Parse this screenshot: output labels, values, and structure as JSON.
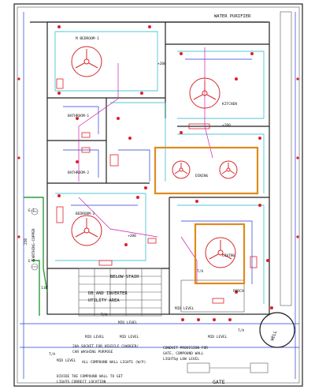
{
  "labels": {
    "water_purifier": "WATER PURIFIER",
    "m_bedroom": "M BEDROOM-1",
    "bathroom1": "BATHROOM-1",
    "bathroom2": "BATHROOM-2",
    "bedroom2": "BEDROOM-2",
    "kitchen": "KITCHEN",
    "dining": "DINING",
    "living": "LIVING",
    "porch": "PORCH",
    "below_stair": "BELOW STAIR",
    "db_inverter": "DB AND INVERTER",
    "utility": "UTILITY AREA",
    "earthing": "EARTHING-COPPER",
    "e1": "E-1",
    "e2": "E-2",
    "dim_250": "250",
    "dim_110": "110",
    "plus200_a": "+200",
    "plus200_b": "+200",
    "plus200_c": "+200",
    "mid_level_1": "MID LEVEL",
    "mid_level_2": "MID LEVEL",
    "mid_level_3": "MID LEVEL",
    "mid_level_4": "MID LEVEL",
    "mid_level_5": "MID LEVEL",
    "mid_level_6": "MID LEVEL",
    "ta_1": "T/A",
    "ta_2": "T/A",
    "ta_3": "T/A",
    "ta_4": "T/A",
    "socket_note_1": "20A SOCKET FOR VEHICLE CHARGER/",
    "socket_note_2": "CAR WASHING PURPOSE",
    "compound_lights": "ALL COMPOUND WALL LIGHTS (W/P)",
    "conduit_1": "CONDUIT PROVISION FOR",
    "conduit_2": "GATE, COMPOUND WALL",
    "conduit_3": "LIGHTS@ LOW LEVEL",
    "divide_1": "DIVIDE THE COMPOUND WALL TO GET",
    "divide_2": "LIGHTS CORRECT LOCATION",
    "gate": "GATE",
    "well": "WELL"
  },
  "colors": {
    "wall": "#222222",
    "cable_cyan": "#1fb5c9",
    "cable_blue": "#2a3bd6",
    "point_red": "#e0202a",
    "earthing_green": "#2c9b3c",
    "ceiling_orange": "#e08a1c"
  },
  "icons": [
    "ceiling-fan-icon",
    "light-point-icon",
    "switch-board-icon",
    "earthing-icon"
  ]
}
